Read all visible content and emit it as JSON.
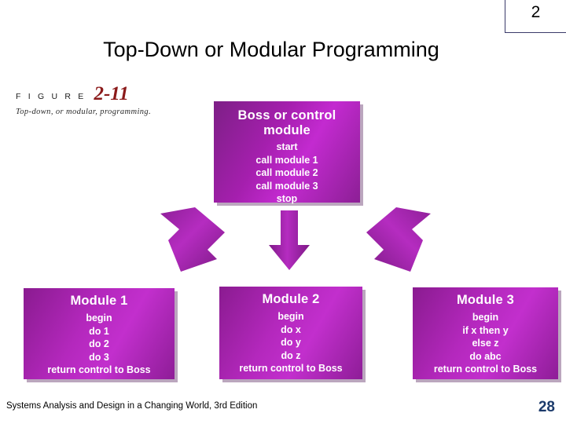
{
  "slide": {
    "number_top_right": "2",
    "title": "Top-Down or Modular Programming",
    "footer_text": "Systems Analysis and Design in a Changing World, 3rd Edition",
    "footer_page": "28"
  },
  "figure": {
    "label": "F I G U R E",
    "number": "2-11",
    "caption": "Top-down, or modular, programming."
  },
  "diagram": {
    "type": "hierarchy-chart",
    "colors": {
      "box_fill": "#b428bd",
      "box_text": "#ffffff",
      "arrow_fill": "#9b1fa6",
      "figure_number": "#8b1a1a",
      "page_number": "#1b3a6b"
    },
    "boss": {
      "title": "Boss or control module",
      "lines": [
        "start",
        "call module 1",
        "call module 2",
        "call module 3",
        "stop"
      ]
    },
    "modules": [
      {
        "title": "Module 1",
        "lines": [
          "begin",
          "do 1",
          "do 2",
          "do 3",
          "return control to Boss"
        ]
      },
      {
        "title": "Module 2",
        "lines": [
          "begin",
          "do x",
          "do y",
          "do z",
          "return control to Boss"
        ]
      },
      {
        "title": "Module 3",
        "lines": [
          "begin",
          "if x then y",
          "else z",
          "do abc",
          "return control to Boss"
        ]
      }
    ],
    "arrows": [
      {
        "name": "arrow-to-module-1",
        "direction": "down-left"
      },
      {
        "name": "arrow-to-module-2",
        "direction": "down"
      },
      {
        "name": "arrow-to-module-3",
        "direction": "down-right"
      }
    ]
  }
}
